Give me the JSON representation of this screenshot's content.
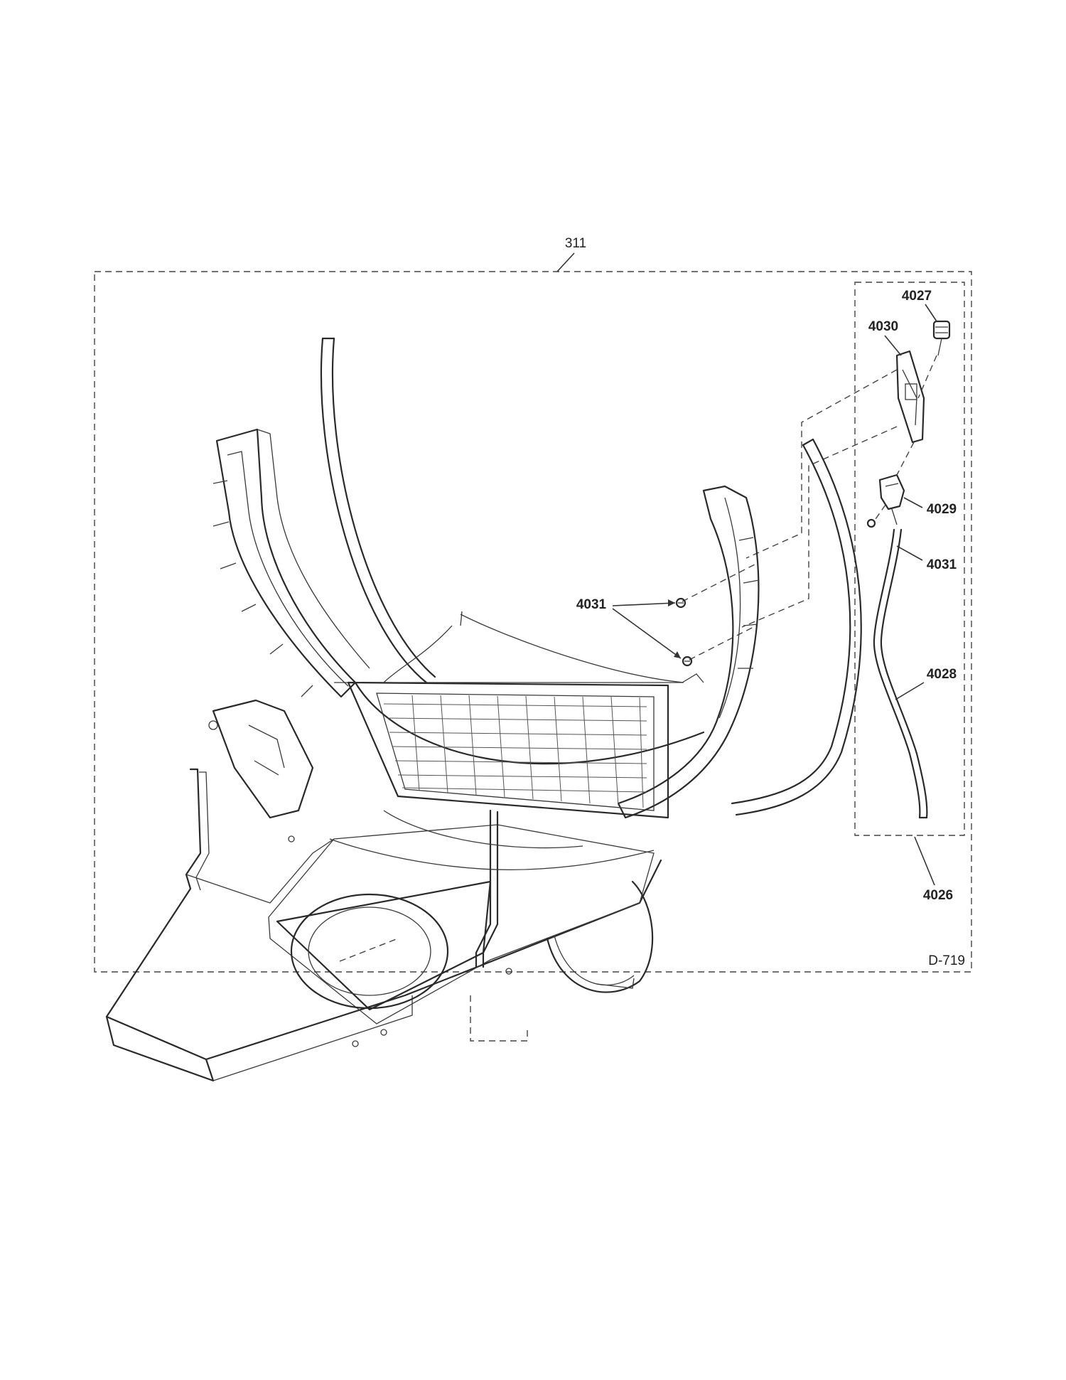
{
  "diagram": {
    "assembly_label": "311",
    "drawing_code": "D-719",
    "sub_assembly": {
      "label": "4026",
      "parts": {
        "p4027": "4027",
        "p4030": "4030",
        "p4029": "4029",
        "p4031": "4031",
        "p4028": "4028"
      }
    },
    "screws_label": "4031"
  }
}
